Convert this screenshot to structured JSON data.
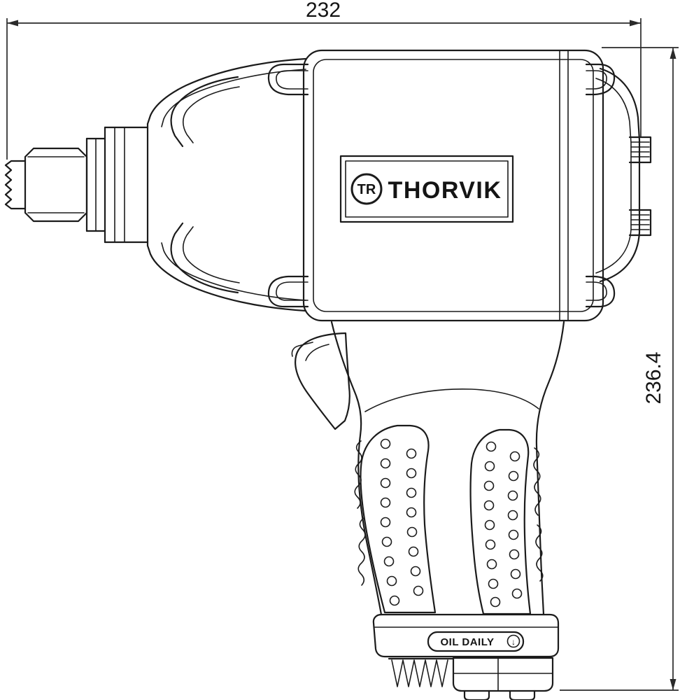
{
  "page": {
    "background": "#ffffff",
    "line_color": "#1b1b1b",
    "description": "technical line drawing of a pneumatic impact wrench, side view, with overall dimensions"
  },
  "dimensions": {
    "width_label": "232",
    "height_label": "236.4"
  },
  "brand_plate": {
    "name": "THORVIK",
    "monogram": "TR"
  },
  "maintenance_label": {
    "text": "OIL DAILY",
    "symbol": "↓"
  }
}
